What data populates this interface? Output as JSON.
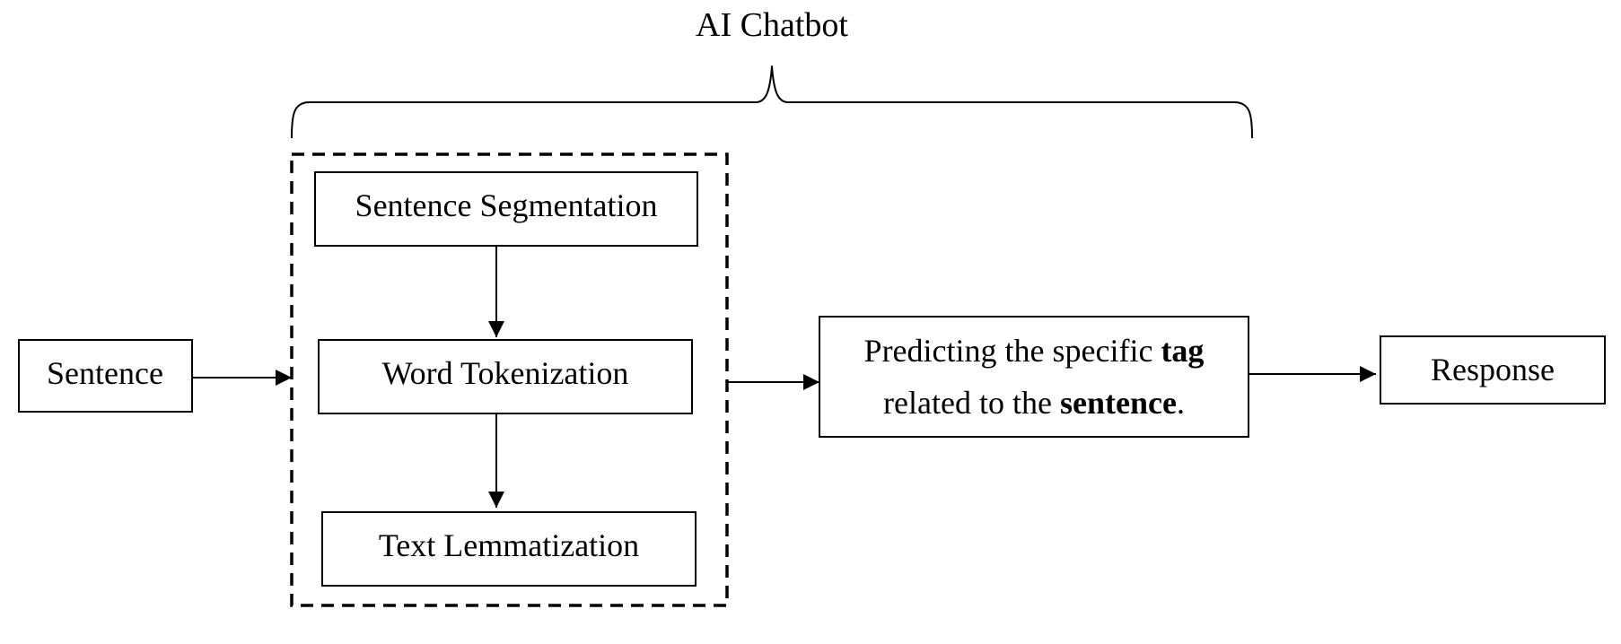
{
  "title": "AI Chatbot",
  "nodes": {
    "sentence": "Sentence",
    "segmentation": "Sentence Segmentation",
    "tokenization": "Word Tokenization",
    "lemmatization": "Text Lemmatization",
    "prediction": {
      "line1_prefix": "Predicting the specific ",
      "line1_bold": "tag",
      "line2_prefix": "related to the ",
      "line2_bold": "sentence",
      "line2_suffix": "."
    },
    "response": "Response"
  },
  "colors": {
    "stroke": "#000000",
    "background": "#ffffff"
  }
}
